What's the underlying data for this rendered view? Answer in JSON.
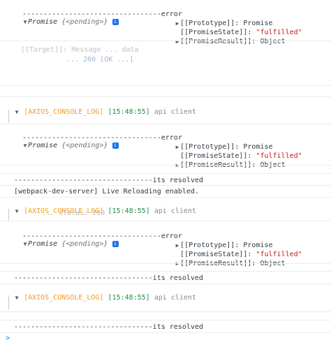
{
  "separator_error": "---------------------------------error",
  "separator_resolved": "---------------------------------its resolved",
  "promise": {
    "keyword": "Promise",
    "pending": "{<pending>}",
    "info_glyph": "i",
    "prototype_label": "[[Prototype]]: Promise",
    "state_label": "[[PromiseState]]:",
    "state_value": "\"fulfilled\"",
    "result_label": "[[PromiseResult]]:",
    "result_value": "Object"
  },
  "log_tag": "[AXIOS_CONSOLE_LOG]",
  "log_time": "[15:48:55]",
  "log_text": "api client",
  "webpack_message": "[webpack-dev-server] Live Reloading enabled.",
  "faded": {
    "line_a": "[[Target]]: Message ... data",
    "line_b": "... 200 [OK ...]",
    "line_c": "... status: 200"
  },
  "prompt_glyph": ">",
  "colors": {
    "orange_tag": "#f09a1f",
    "green_time": "#1e8e3e",
    "string_red": "#c41a16",
    "info_blue": "#1a73e8"
  }
}
